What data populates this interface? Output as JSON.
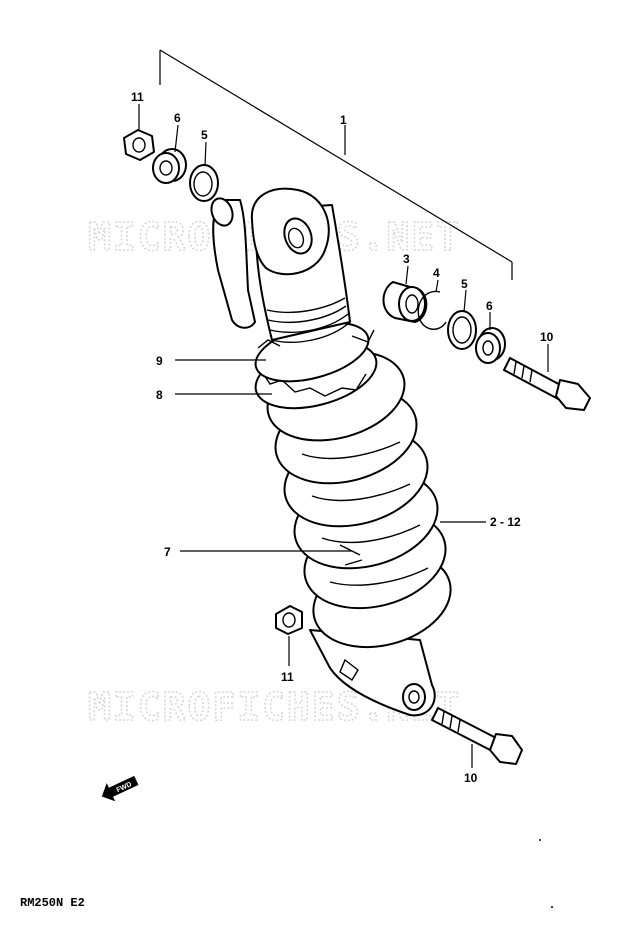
{
  "watermark": "MICROFICHES.NET",
  "model_code": "RM250N E2",
  "forward_label": "FWD",
  "callouts": {
    "c1": "1",
    "c2_12": "2 - 12",
    "c3": "3",
    "c4": "4",
    "c5_top": "5",
    "c5_right": "5",
    "c6_top": "6",
    "c6_right": "6",
    "c7": "7",
    "c8": "8",
    "c9": "9",
    "c10_top": "10",
    "c10_bottom": "10",
    "c11_top": "11",
    "c11_bottom": "11"
  },
  "colors": {
    "ink": "#000000",
    "watermark": "#d6d6d6",
    "paper": "#ffffff"
  }
}
